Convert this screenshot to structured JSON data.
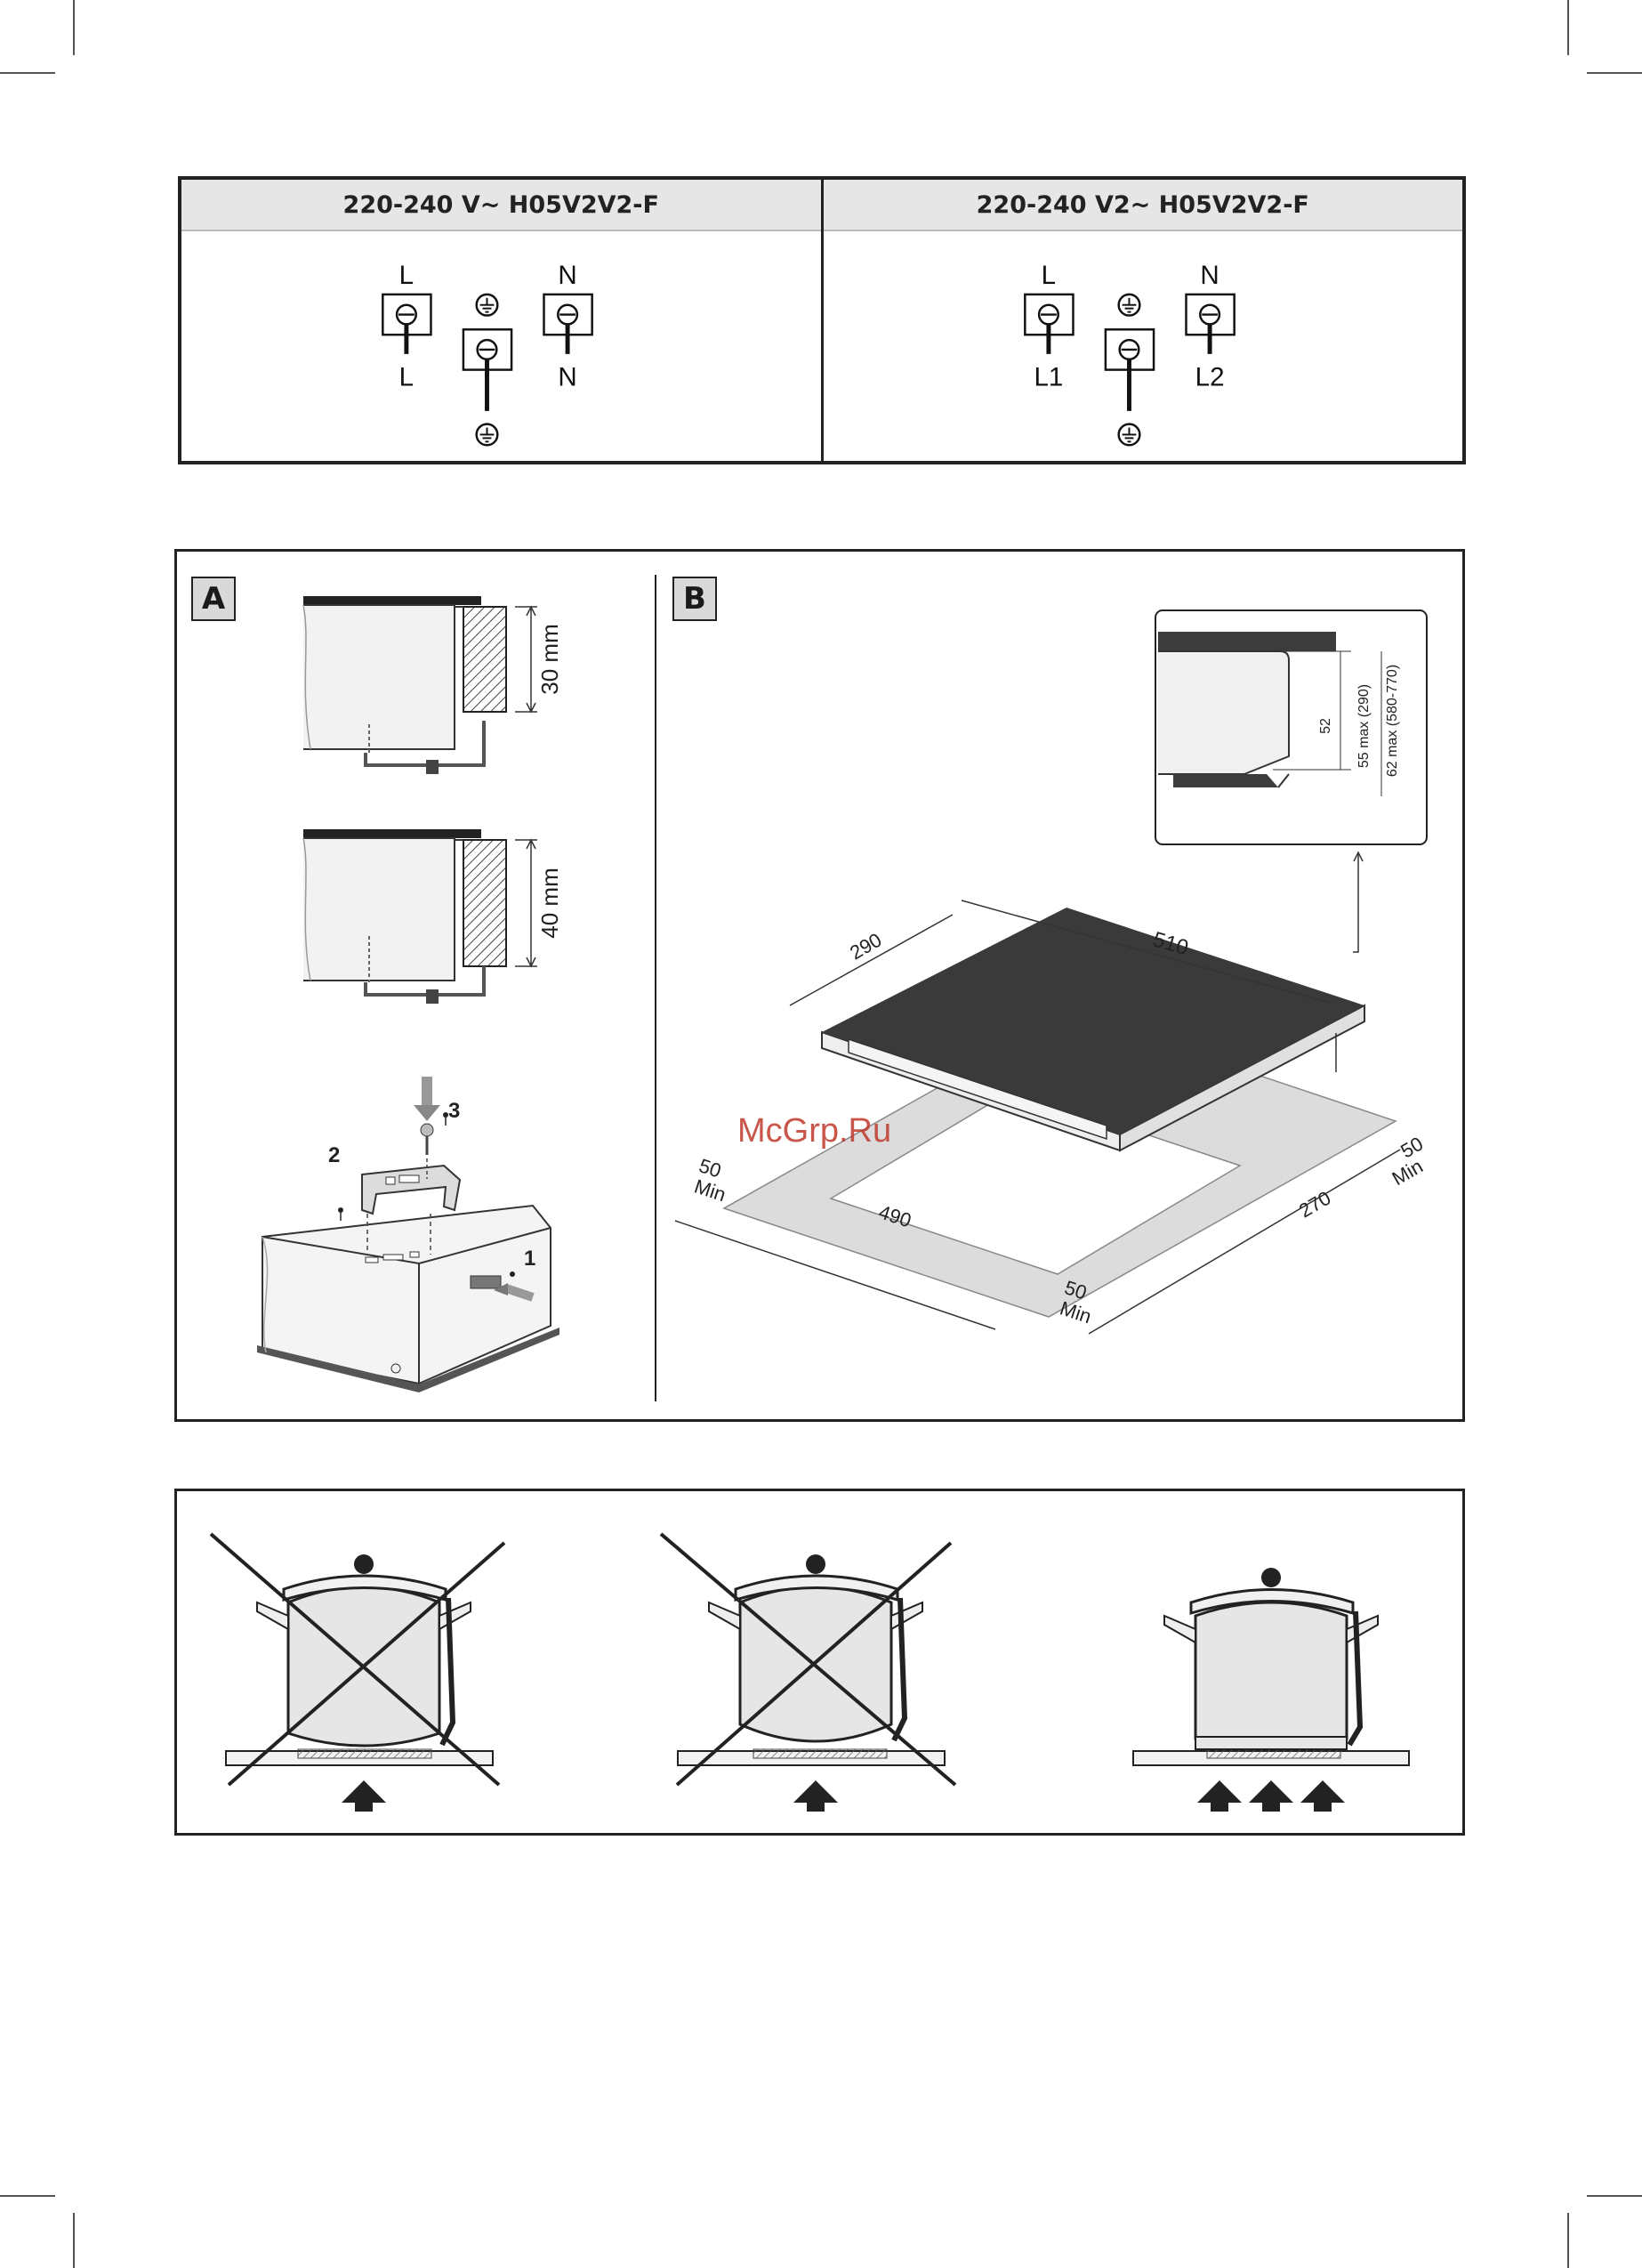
{
  "wiring": {
    "left": {
      "header": "220-240 V~ H05V2V2-F",
      "top_left": "L",
      "top_right": "N",
      "bottom_left": "L",
      "bottom_right": "N"
    },
    "right": {
      "header": "220-240 V2~ H05V2V2-F",
      "top_left": "L",
      "top_right": "N",
      "bottom_left": "L1",
      "bottom_right": "L2"
    }
  },
  "panelA": {
    "tag": "A",
    "dim1": "30 mm",
    "dim2": "40 mm",
    "step1": "1",
    "step2": "2",
    "step3": "3"
  },
  "panelB": {
    "tag": "B",
    "inset_52": "52",
    "inset_55": "55 max (290)",
    "inset_62": "62 max (580-770)",
    "hob_depth": "290",
    "hob_width": "510",
    "cut_width": "490",
    "cut_depth": "270",
    "clear_left_val": "50",
    "clear_left_min": "Min",
    "clear_front_val": "50",
    "clear_front_min": "Min",
    "clear_right_val": "50",
    "clear_right_min": "Min"
  },
  "watermark": "McGrp.Ru",
  "colors": {
    "hob_surface": "#3a3a3a",
    "cutout_gray": "#dcdcdc",
    "watermark": "#c0392b"
  }
}
